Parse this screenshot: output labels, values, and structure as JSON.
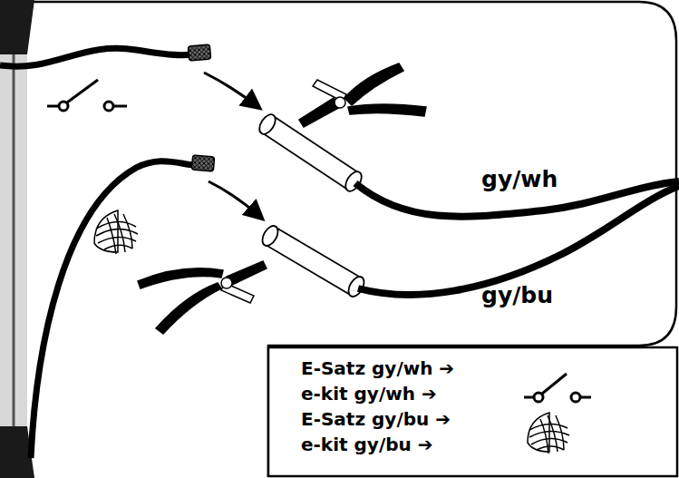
{
  "diagram": {
    "labels": [
      "gy/wh",
      "gy/bu",
      "E-Satz gy/wh ➔",
      "e-kit gy/wh ➔",
      "E-Satz gy/bu ➔",
      "e-kit gy/bu ➔"
    ]
  }
}
